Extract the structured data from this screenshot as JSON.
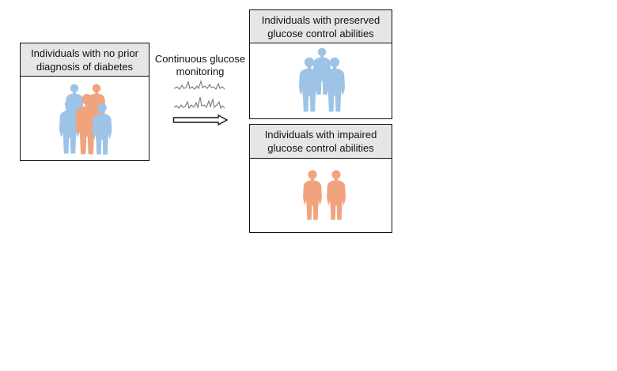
{
  "panels": {
    "source": {
      "title_line1": "Individuals with no prior",
      "title_line2": "diagnosis of diabetes"
    },
    "preserved": {
      "title_line1": "Individuals with preserved",
      "title_line2": "glucose control abilities"
    },
    "impaired": {
      "title_line1": "Individuals with impaired",
      "title_line2": "glucose control abilities"
    }
  },
  "process": {
    "label_line1": "Continuous glucose",
    "label_line2": "monitoring"
  },
  "colors": {
    "preserved_person": "#9dc3e6",
    "impaired_person": "#f1a37d",
    "header_fill": "#e6e6e6",
    "trace": "#777777"
  },
  "icons": {
    "people_group_mixed": "people-group-icon",
    "people_group_blue": "people-group-icon",
    "people_pair_orange": "people-pair-icon",
    "glucose_trace": "glucose-trace-icon",
    "arrow": "arrow-right-icon"
  }
}
